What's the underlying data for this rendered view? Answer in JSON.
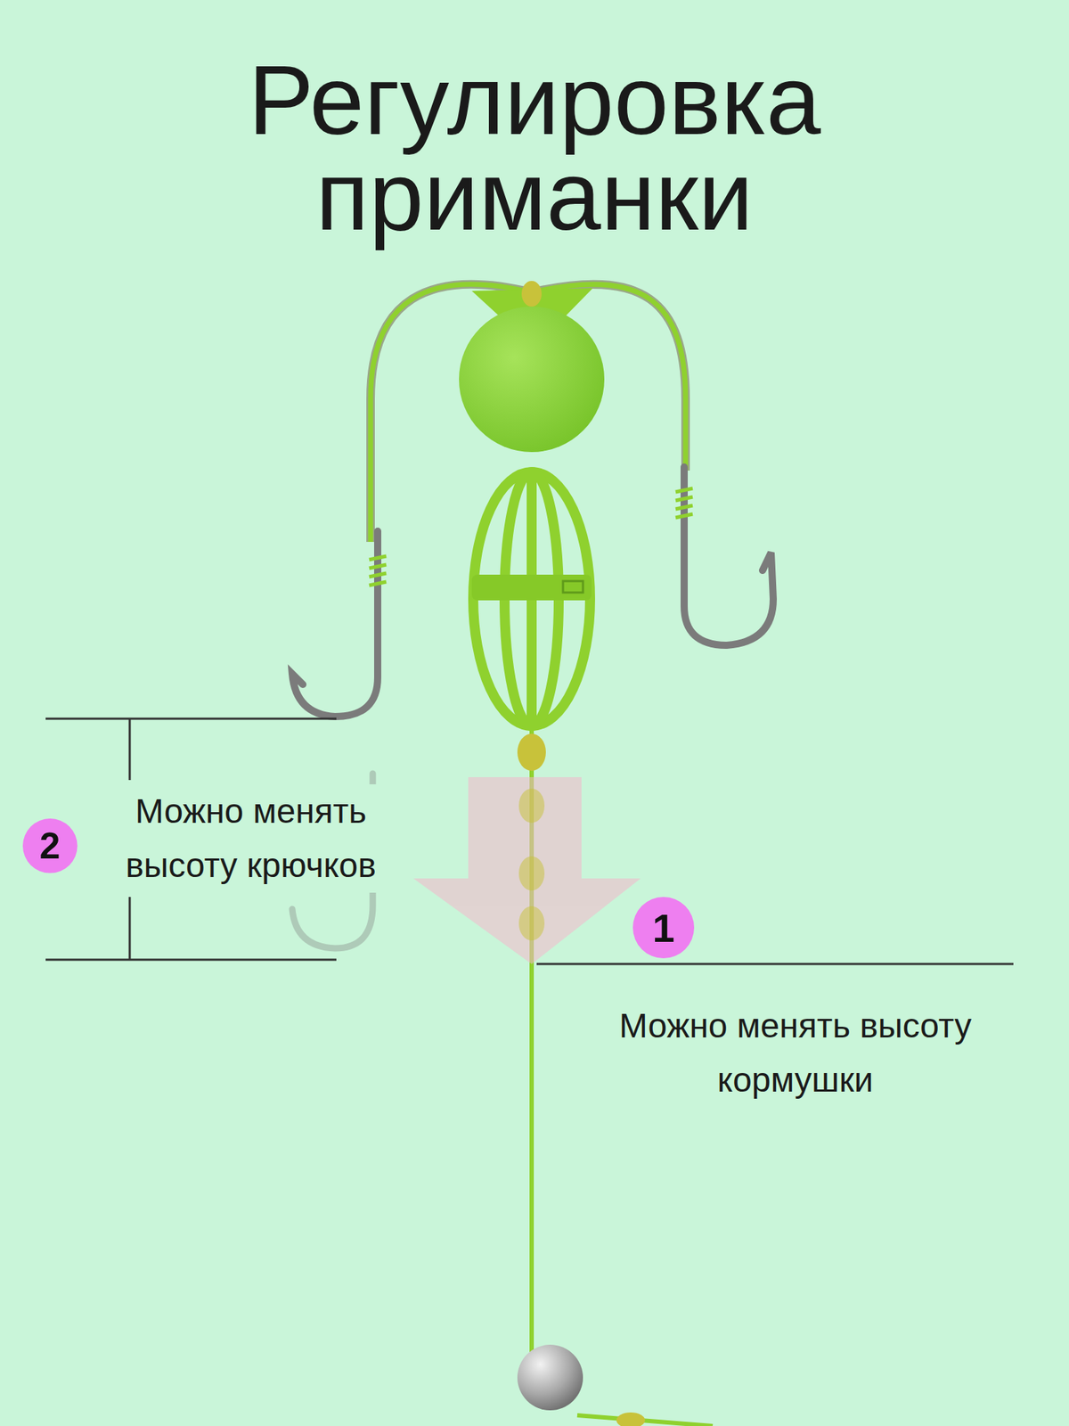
{
  "diagram": {
    "title": "Регулировка приманки",
    "nodes": [
      {
        "text": [
          "2"
        ]
      },
      {
        "text": [
          "1"
        ]
      }
    ],
    "labels": [
      "Можно менять высоту крючков",
      "Можно менять высоту кормушки"
    ]
  }
}
